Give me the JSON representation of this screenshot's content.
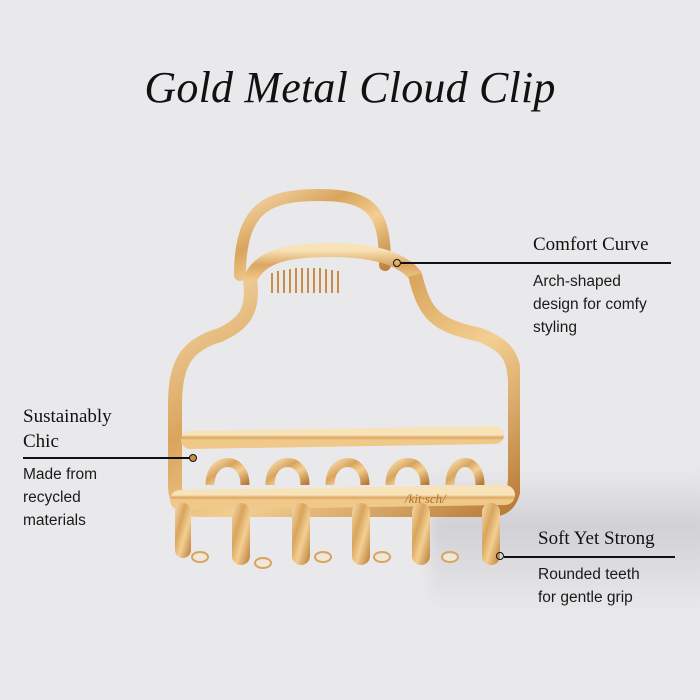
{
  "title": "Gold Metal Cloud Clip",
  "product": {
    "name": "gold-metal-claw-clip",
    "engraving": "/kit·sch/",
    "color": "#e2b572"
  },
  "callouts": [
    {
      "id": "comfort-curve",
      "title": "Comfort Curve",
      "description_lines": [
        "Arch-shaped",
        "design for comfy",
        "styling"
      ]
    },
    {
      "id": "sustainably-chic",
      "title_lines": [
        "Sustainably",
        "Chic"
      ],
      "description_lines": [
        "Made from",
        "recycled",
        "materials"
      ]
    },
    {
      "id": "soft-yet-strong",
      "title": "Soft Yet Strong",
      "description_lines": [
        "Rounded teeth",
        "for gentle grip"
      ]
    }
  ],
  "colors": {
    "background": "#e9e9eb",
    "text": "#111111",
    "gold": "#e2b572"
  }
}
